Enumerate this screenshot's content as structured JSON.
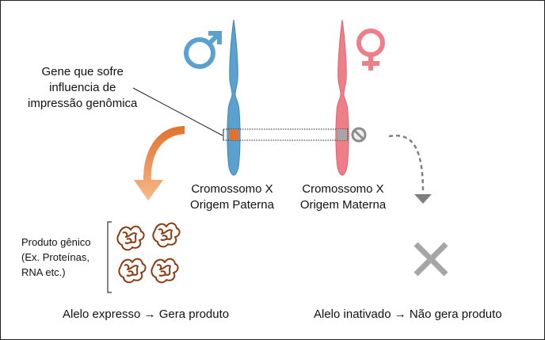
{
  "gene_label": {
    "line1": "Gene que sofre",
    "line2": "influencia de",
    "line3": "impressão genômica"
  },
  "chromosomes": {
    "paternal": {
      "line1": "Cromossomo X",
      "line2": "Origem Paterna",
      "color": "#5aa1cf"
    },
    "maternal": {
      "line1": "Cromossomo X",
      "line2": "Origem Materna",
      "color": "#ee7f88"
    }
  },
  "symbols": {
    "male": "male-symbol",
    "female": "female-symbol",
    "blocked": "prohibited-icon",
    "none": "x-mark"
  },
  "product_label": {
    "line1": "Produto gênico",
    "line2": "(Ex. Proteínas,",
    "line3": "RNA etc.)"
  },
  "outcomes": {
    "expressed": "Alelo expresso → Gera produto",
    "inactivated": "Alelo inativado → Não gera produto"
  },
  "colors": {
    "gene_active": "#e0722b",
    "gene_inactive": "#a6a6a6",
    "arrow_orange": "#e6782f",
    "product": "#8b3a12",
    "cross": "#a6a6a6"
  }
}
